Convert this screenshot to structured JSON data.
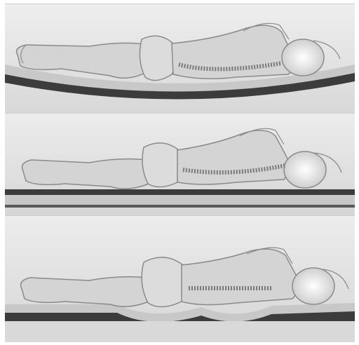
{
  "illustration": {
    "subject": "side-sleeping-spine-alignment",
    "panels": [
      {
        "id": "soft-mattress",
        "spine": "sagging",
        "mattress": "sagging"
      },
      {
        "id": "firm-mattress",
        "spine": "bowed-up",
        "mattress": "flat-hard"
      },
      {
        "id": "supportive-mattress",
        "spine": "straight",
        "mattress": "contouring"
      }
    ],
    "colors": {
      "background": "#e3e3e3",
      "body_fill": "#d4d4d4",
      "body_outline": "#8a8a8a",
      "spine": "#7a7a7a",
      "mattress_dark": "#3c3c3c",
      "mattress_light": "#c8c8c8"
    }
  }
}
